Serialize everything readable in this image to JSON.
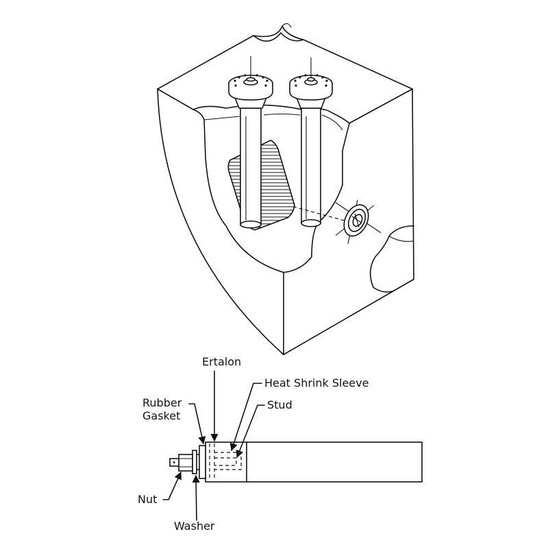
{
  "colors": {
    "line": "#111111",
    "background": "#ffffff"
  },
  "labels": {
    "ertalon": "Ertalon",
    "heat_shrink_sleeve": "Heat Shrink Sleeve",
    "rubber": "Rubber",
    "gasket": "Gasket",
    "stud": "Stud",
    "nut": "Nut",
    "washer": "Washer"
  }
}
